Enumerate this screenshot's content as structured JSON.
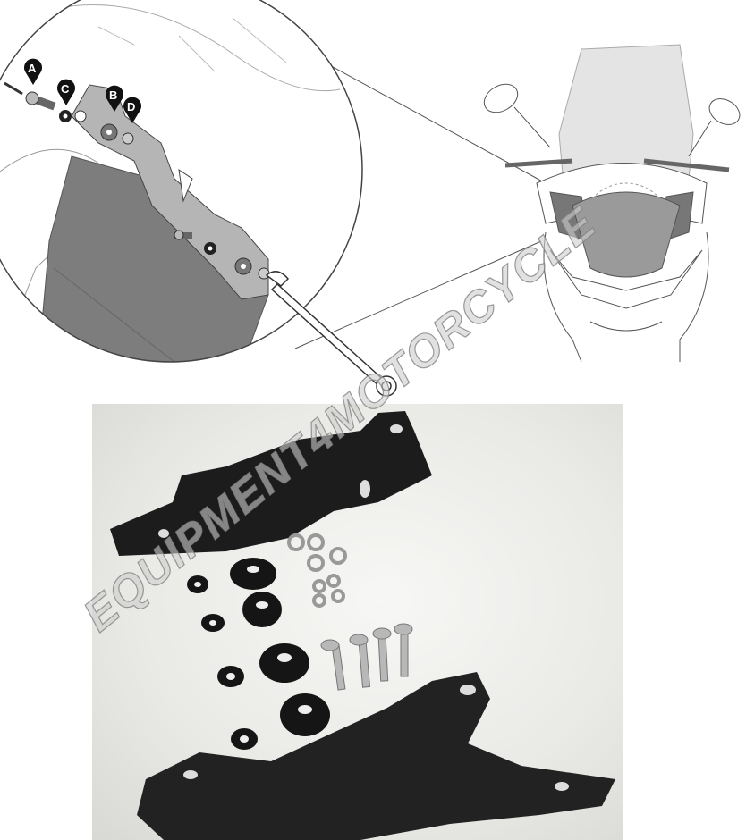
{
  "diagram": {
    "callouts": [
      "A",
      "B",
      "C",
      "D"
    ]
  },
  "watermark": "EQUIPMENT4MOTORCYCLE",
  "colors": {
    "bracket_photo": "#1c1c1c",
    "bracket_diagram": "#b5b5b5",
    "windscreen": "#e4e4e4",
    "photo_background": "#efefec"
  }
}
